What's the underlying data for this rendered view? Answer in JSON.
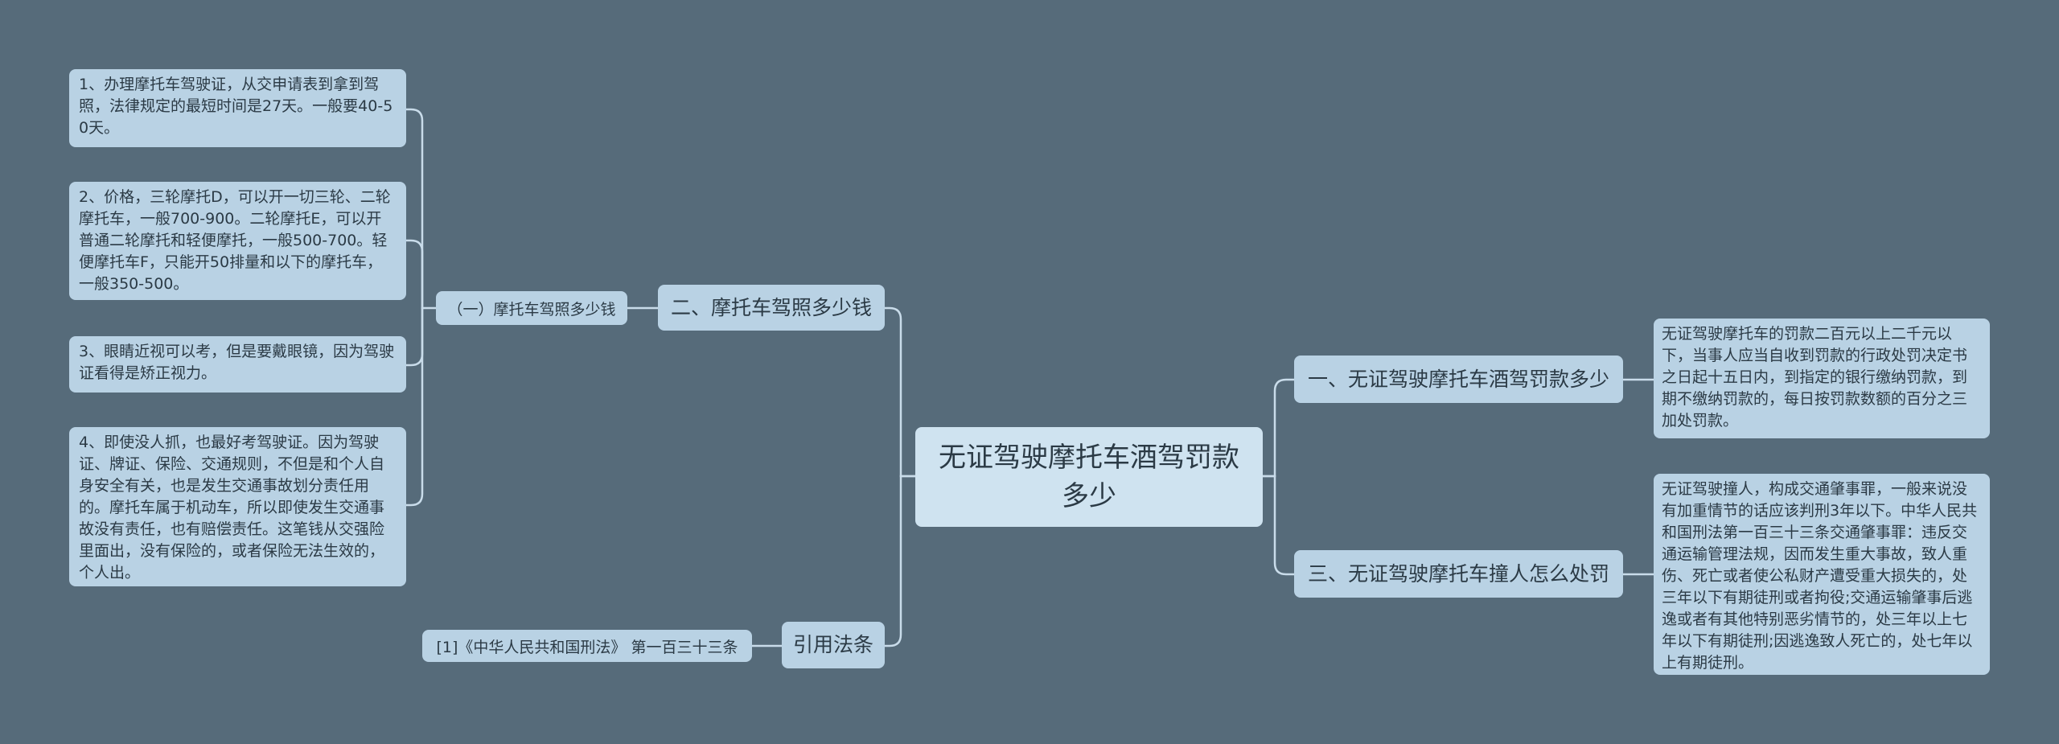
{
  "root": {
    "title": "无证驾驶摩托车酒驾罚款多少"
  },
  "branches": {
    "b1": {
      "label": "一、无证驾驶摩托车酒驾罚款多少"
    },
    "b2": {
      "label": "二、摩托车驾照多少钱"
    },
    "b3": {
      "label": "三、无证驾驶摩托车撞人怎么处罚"
    },
    "b4": {
      "label": "引用法条"
    }
  },
  "sub": {
    "label": "（一）摩托车驾照多少钱"
  },
  "leaves": {
    "l1": "1、办理摩托车驾驶证，从交申请表到拿到驾照，法律规定的最短时间是27天。一般要40-50天。",
    "l2": "2、价格，三轮摩托D，可以开一切三轮、二轮摩托车，一般700-900。二轮摩托E，可以开普通二轮摩托和轻便摩托，一般500-700。轻便摩托车F，只能开50排量和以下的摩托车，一般350-500。",
    "l3": "3、眼睛近视可以考，但是要戴眼镜，因为驾驶证看得是矫正视力。",
    "l4": "4、即使没人抓，也最好考驾驶证。因为驾驶证、牌证、保险、交通规则，不但是和个人自身安全有关，也是发生交通事故划分责任用的。摩托车属于机动车，所以即使发生交通事故没有责任，也有赔偿责任。这笔钱从交强险里面出，没有保险的，或者保险无法生效的，个人出。",
    "law": "[1]《中华人民共和国刑法》 第一百三十三条",
    "r1": "无证驾驶摩托车的罚款二百元以上二千元以下，当事人应当自收到罚款的行政处罚决定书之日起十五日内，到指定的银行缴纳罚款，到期不缴纳罚款的，每日按罚款数额的百分之三加处罚款。",
    "r2": "无证驾驶撞人，构成交通肇事罪，一般来说没有加重情节的话应该判刑3年以下。中华人民共和国刑法第一百三十三条交通肇事罪：违反交通运输管理法规，因而发生重大事故，致人重伤、死亡或者使公私财产遭受重大损失的，处三年以下有期徒刑或者拘役;交通运输肇事后逃逸或者有其他特别恶劣情节的，处三年以上七年以下有期徒刑;因逃逸致人死亡的，处七年以上有期徒刑。"
  },
  "colors": {
    "background": "#566b7a",
    "root_fill": "#cfe3f0",
    "node_fill": "#b9d2e4",
    "connector": "#c9dcea",
    "text": "#2b3a45"
  }
}
